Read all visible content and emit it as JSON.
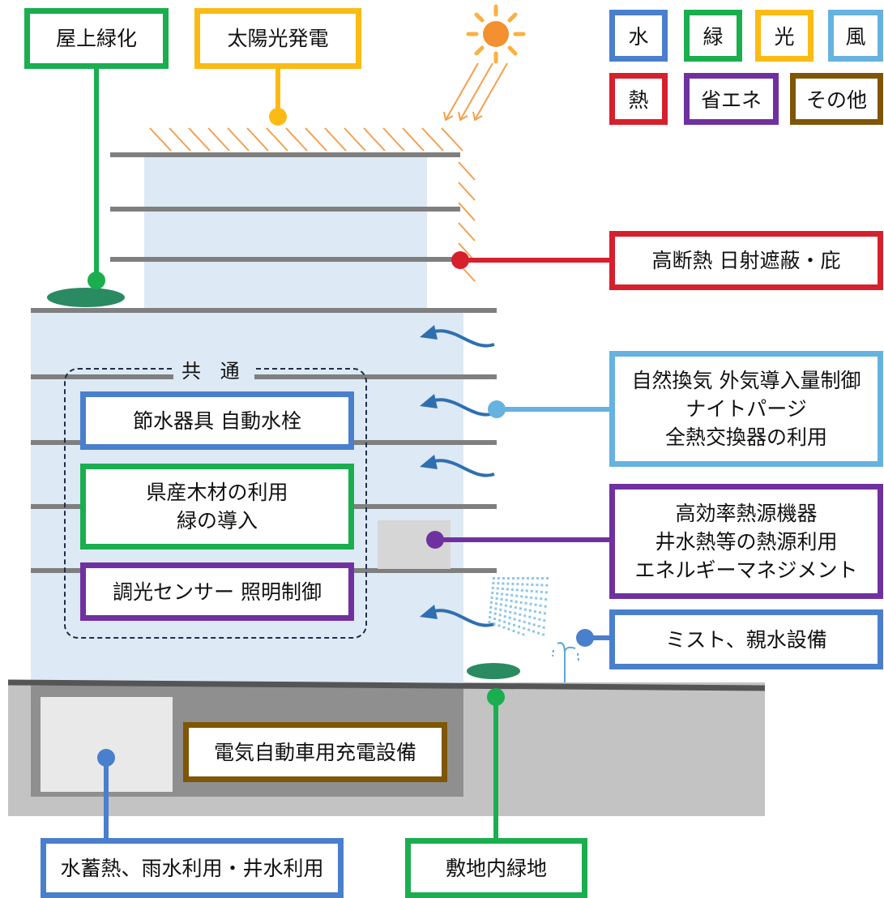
{
  "colors": {
    "water": "#4a7fcd",
    "green": "#1aae4f",
    "light": "#fbbb14",
    "wind": "#66b2e0",
    "heat": "#d6202d",
    "energy": "#7031a0",
    "other": "#7f5606",
    "building": "#dde9f5",
    "floor_line": "#7f7f7f",
    "ground": "#c3c3c3",
    "basement": "#8f8f8f",
    "sun": "#f39030",
    "roof_green": "#2a8a62"
  },
  "legend": [
    {
      "label": "水",
      "category": "water"
    },
    {
      "label": "緑",
      "category": "green"
    },
    {
      "label": "光",
      "category": "light"
    },
    {
      "label": "風",
      "category": "wind"
    },
    {
      "label": "熱",
      "category": "heat"
    },
    {
      "label": "省エネ",
      "category": "energy"
    },
    {
      "label": "その他",
      "category": "other"
    }
  ],
  "callouts": {
    "rooftop_green": {
      "lines": [
        "屋上緑化"
      ],
      "category": "green"
    },
    "solar_power": {
      "lines": [
        "太陽光発電"
      ],
      "category": "light"
    },
    "insulation": {
      "lines": [
        "高断熱 日射遮蔽・庇"
      ],
      "category": "heat"
    },
    "ventilation": {
      "lines": [
        "自然換気 外気導入量制御",
        "ナイトパージ",
        "全熱交換器の利用"
      ],
      "category": "wind"
    },
    "heat_source": {
      "lines": [
        "高効率熱源機器",
        "井水熱等の熱源利用",
        "エネルギーマネジメント"
      ],
      "category": "energy"
    },
    "mist": {
      "lines": [
        "ミスト、親水設備"
      ],
      "category": "water"
    },
    "ev_charging": {
      "lines": [
        "電気自動車用充電設備"
      ],
      "category": "other"
    },
    "water_storage": {
      "lines": [
        "水蓄熱、雨水利用・井水利用"
      ],
      "category": "water"
    },
    "site_green": {
      "lines": [
        "敷地内緑地"
      ],
      "category": "green"
    }
  },
  "common": {
    "label": "共 通",
    "items": [
      {
        "lines": [
          "節水器具 自動水栓"
        ],
        "category": "water"
      },
      {
        "lines": [
          "県産木材の利用",
          "緑の導入"
        ],
        "category": "green"
      },
      {
        "lines": [
          "調光センサー 照明制御"
        ],
        "category": "energy"
      }
    ]
  }
}
